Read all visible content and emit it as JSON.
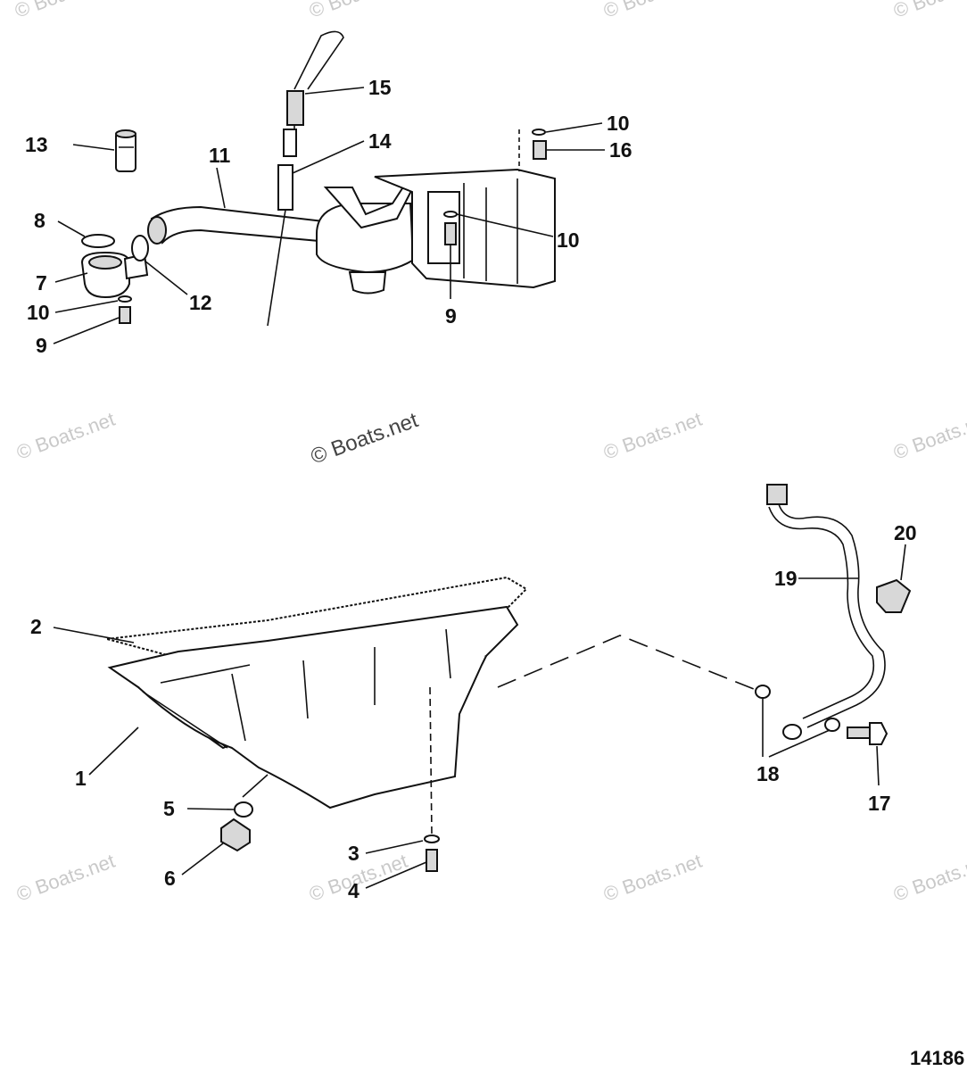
{
  "watermark_text": "© Boats.net",
  "watermark_main": "© Boats.net",
  "figure_number": "14186",
  "callouts": {
    "c1": "1",
    "c2": "2",
    "c3": "3",
    "c4": "4",
    "c5": "5",
    "c6": "6",
    "c7": "7",
    "c8": "8",
    "c9a": "9",
    "c9b": "9",
    "c10a": "10",
    "c10b": "10",
    "c10c": "10",
    "c11": "11",
    "c12": "12",
    "c13": "13",
    "c14": "14",
    "c15": "15",
    "c16": "16",
    "c17": "17",
    "c18": "18",
    "c19": "19",
    "c20": "20"
  }
}
